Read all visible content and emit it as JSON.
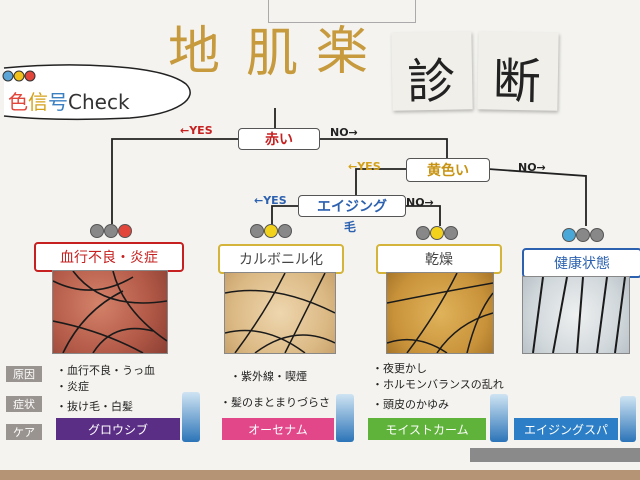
{
  "title": {
    "chars": [
      "地",
      "肌",
      "楽"
    ],
    "notes": [
      "診",
      "断"
    ]
  },
  "signal": {
    "c1": "色",
    "c2": "信",
    "c3": "号",
    "rest": "Check"
  },
  "decisions": {
    "red": "赤い",
    "yellow": "黄色い",
    "aging": "エイジング",
    "aging_sub": "毛"
  },
  "branches": {
    "red_yes": "←YES",
    "red_no": "NO→",
    "yellow_yes": "←YES",
    "yellow_no": "NO→",
    "aging_yes": "←YES",
    "aging_no": "NO→"
  },
  "diagnoses": [
    "血行不良・炎症",
    "カルボニル化",
    "乾燥",
    "健康状態"
  ],
  "rows": {
    "cause": "原因",
    "symptom": "症状",
    "care": "ケア"
  },
  "columns": [
    {
      "cause": [
        "・血行不良・うっ血",
        "・炎症"
      ],
      "symptom": "・抜け毛・白髪",
      "care": "グロウシブ"
    },
    {
      "cause": [
        "・紫外線・喫煙"
      ],
      "symptom": "・髪のまとまりづらさ",
      "care": "オーセナム"
    },
    {
      "cause": [
        "・夜更かし",
        "・ホルモンバランスの乱れ"
      ],
      "symptom": "・頭皮のかゆみ",
      "care": "モイストカーム"
    },
    {
      "care": "エイジングスパ"
    }
  ],
  "colors": {
    "red": "#c62020",
    "yellow": "#d4a118",
    "blue": "#2c61b0",
    "title_gold": "#c69a3d",
    "care_purple": "#5b2e86",
    "care_pink": "#e2478a",
    "care_green": "#5fb23a",
    "care_blue": "#2c7fc7"
  }
}
